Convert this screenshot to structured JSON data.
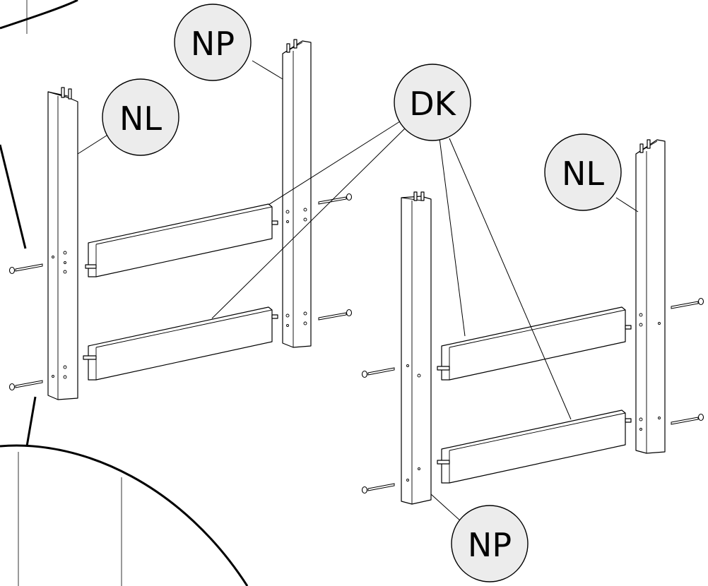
{
  "labels": {
    "np_top": "NP",
    "nl_left": "NL",
    "dk": "DK",
    "nl_right": "NL",
    "np_bottom": "NP"
  }
}
